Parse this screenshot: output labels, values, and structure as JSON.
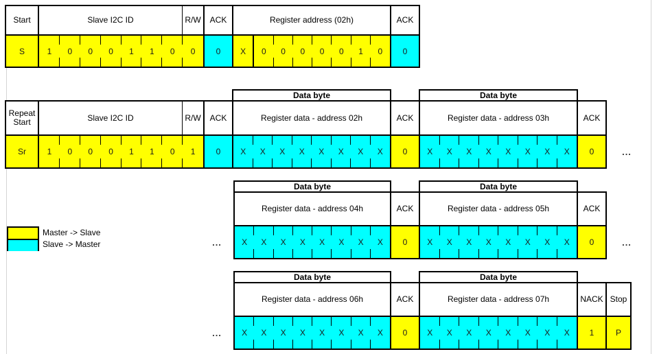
{
  "colors": {
    "master_to_slave": "#FFFF00",
    "slave_to_master": "#00FFFF"
  },
  "ellipsis": "...",
  "legend": {
    "items": [
      {
        "label": "Master -> Slave",
        "fill": "master_to_slave"
      },
      {
        "label": "Slave -> Master",
        "fill": "slave_to_master"
      }
    ]
  },
  "rows": [
    {
      "id": "address-phase",
      "segments": [
        {
          "type": "cell",
          "col": "label",
          "header": "Start",
          "bit": "S",
          "fill": "master_to_slave"
        },
        {
          "type": "byte",
          "col": "byte",
          "header": "Slave I2C ID",
          "rw_header": "R/W",
          "bits": [
            "1",
            "0",
            "0",
            "0",
            "1",
            "1",
            "0",
            "0"
          ],
          "fill": "master_to_slave"
        },
        {
          "type": "cell",
          "col": "ack0",
          "header": "ACK",
          "bit": "0",
          "fill": "slave_to_master"
        },
        {
          "type": "byte",
          "col": "colA",
          "header": "Register address (02h)",
          "bits": [
            "X",
            "0",
            "0",
            "0",
            "0",
            "0",
            "1",
            "0"
          ],
          "fill": "master_to_slave",
          "full_sep_after_first": true
        },
        {
          "type": "cell",
          "col": "ackA",
          "header": "ACK",
          "bit": "0",
          "fill": "slave_to_master"
        }
      ]
    },
    {
      "id": "read-setup-and-data",
      "segments": [
        {
          "type": "cell",
          "col": "label",
          "header": "Repeat Start",
          "bit": "Sr",
          "fill": "master_to_slave"
        },
        {
          "type": "byte",
          "col": "byte",
          "header": "Slave I2C ID",
          "rw_header": "R/W",
          "bits": [
            "1",
            "0",
            "0",
            "0",
            "1",
            "1",
            "0",
            "1"
          ],
          "fill": "master_to_slave"
        },
        {
          "type": "cell",
          "col": "ack0",
          "header": "ACK",
          "bit": "0",
          "fill": "slave_to_master"
        },
        {
          "type": "byte",
          "col": "colA",
          "strip": "Data byte",
          "header": "Register data - address 02h",
          "bits": [
            "X",
            "X",
            "X",
            "X",
            "X",
            "X",
            "X",
            "X"
          ],
          "fill": "slave_to_master"
        },
        {
          "type": "cell",
          "col": "ackA",
          "header": "ACK",
          "bit": "0",
          "fill": "master_to_slave"
        },
        {
          "type": "byte",
          "col": "colB",
          "strip": "Data byte",
          "header": "Register data - address 03h",
          "bits": [
            "X",
            "X",
            "X",
            "X",
            "X",
            "X",
            "X",
            "X"
          ],
          "fill": "slave_to_master"
        },
        {
          "type": "cell",
          "col": "ackB",
          "header": "ACK",
          "bit": "0",
          "fill": "master_to_slave"
        },
        {
          "type": "dots",
          "pos": "right"
        }
      ]
    },
    {
      "id": "data-04-05",
      "segments": [
        {
          "type": "dots",
          "pos": "left"
        },
        {
          "type": "byte",
          "col": "colA",
          "strip": "Data byte",
          "header": "Register data - address 04h",
          "bits": [
            "X",
            "X",
            "X",
            "X",
            "X",
            "X",
            "X",
            "X"
          ],
          "fill": "slave_to_master"
        },
        {
          "type": "cell",
          "col": "ackA",
          "header": "ACK",
          "bit": "0",
          "fill": "master_to_slave"
        },
        {
          "type": "byte",
          "col": "colB",
          "strip": "Data byte",
          "header": "Register data - address 05h",
          "bits": [
            "X",
            "X",
            "X",
            "X",
            "X",
            "X",
            "X",
            "X"
          ],
          "fill": "slave_to_master"
        },
        {
          "type": "cell",
          "col": "ackB",
          "header": "ACK",
          "bit": "0",
          "fill": "master_to_slave"
        },
        {
          "type": "dots",
          "pos": "right"
        }
      ]
    },
    {
      "id": "data-06-07-stop",
      "segments": [
        {
          "type": "dots",
          "pos": "left"
        },
        {
          "type": "byte",
          "col": "colA",
          "strip": "Data byte",
          "header": "Register data - address 06h",
          "bits": [
            "X",
            "X",
            "X",
            "X",
            "X",
            "X",
            "X",
            "X"
          ],
          "fill": "slave_to_master"
        },
        {
          "type": "cell",
          "col": "ackA",
          "header": "ACK",
          "bit": "0",
          "fill": "master_to_slave"
        },
        {
          "type": "byte",
          "col": "colB",
          "strip": "Data byte",
          "header": "Register data - address 07h",
          "bits": [
            "X",
            "X",
            "X",
            "X",
            "X",
            "X",
            "X",
            "X"
          ],
          "fill": "slave_to_master"
        },
        {
          "type": "cell",
          "col": "ackB",
          "header": "NACK",
          "bit": "1",
          "fill": "master_to_slave"
        },
        {
          "type": "cell",
          "col": "stop",
          "header": "Stop",
          "bit": "P",
          "fill": "master_to_slave"
        }
      ]
    }
  ]
}
